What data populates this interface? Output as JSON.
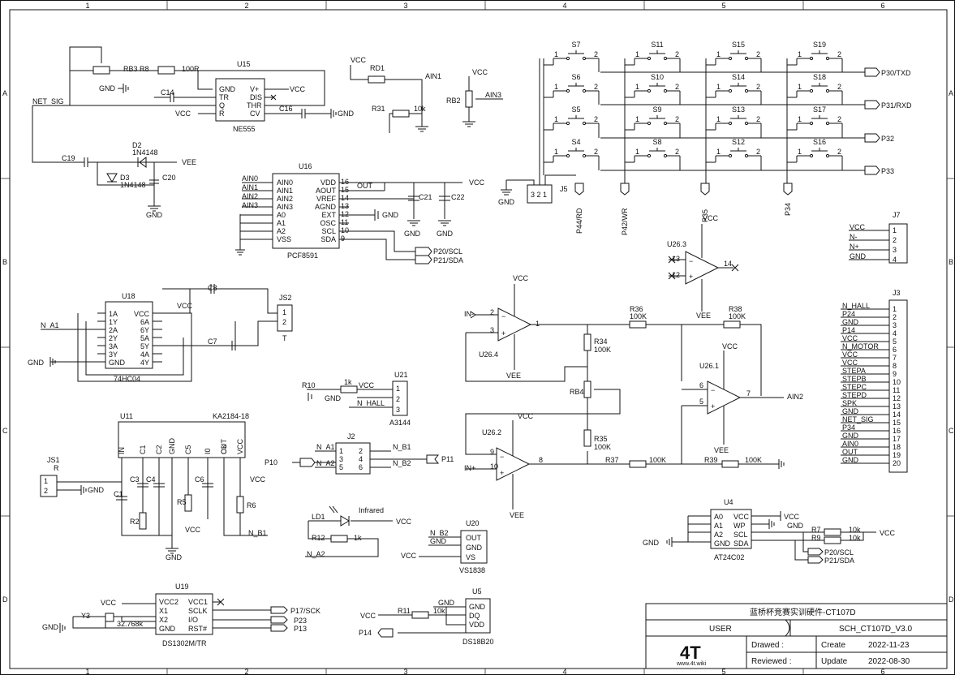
{
  "frame": {
    "cols": [
      "1",
      "2",
      "3",
      "4",
      "5",
      "6"
    ],
    "rows": [
      "A",
      "B",
      "C",
      "D"
    ]
  },
  "labels": {
    "net_sig": "NET_SIG",
    "rb3_r8": "RB3 R8",
    "r100": "100R",
    "gnd": "GND",
    "vcc": "VCC",
    "vee": "VEE",
    "u15": "U15",
    "ne555": "NE555",
    "u15_pins": [
      "GND",
      "TR",
      "Q",
      "R",
      "V+",
      "DIS",
      "THR",
      "CV"
    ],
    "c14": "C14",
    "c16": "C16",
    "c19": "C19",
    "c20": "C20",
    "d2": "D2",
    "d3": "D3",
    "d_part": "1N4148",
    "rd1": "RD1",
    "ain1": "AIN1",
    "r31": "R31",
    "r10k": "10k",
    "rb2": "RB2",
    "ain3": "AIN3",
    "u16": "U16",
    "pcf": "PCF8591",
    "u16_left": [
      "AIN0",
      "AIN1",
      "AIN2",
      "AIN3",
      "A0",
      "A1",
      "A2",
      "VSS"
    ],
    "u16_right": [
      "VDD",
      "AOUT",
      "VREF",
      "AGND",
      "EXT",
      "OSC",
      "SCL",
      "SDA"
    ],
    "u16_right_nums": [
      "16",
      "15",
      "14",
      "13",
      "12",
      "11",
      "10",
      "9"
    ],
    "out": "OUT",
    "c21": "C21",
    "c22": "C22",
    "p20": "P20/SCL",
    "p21": "P21/SDA",
    "ain_nets": [
      "AIN0",
      "AIN1",
      "AIN2",
      "AIN3"
    ],
    "switches": [
      "S7",
      "S11",
      "S15",
      "S19",
      "S6",
      "S10",
      "S14",
      "S18",
      "S5",
      "S9",
      "S13",
      "S17",
      "S4",
      "S8",
      "S12",
      "S16"
    ],
    "p30": "P30/TXD",
    "p31": "P31/RXD",
    "p32": "P32",
    "p33": "P33",
    "j5": "J5",
    "p44": "P44/RD",
    "p42": "P42/WR",
    "p35": "P35",
    "p34": "P34",
    "j7": "J7",
    "j7_pins": [
      "VCC",
      "N-",
      "N+",
      "GND"
    ],
    "u263": "U26.3",
    "u18": "U18",
    "u18_part": "74HC04",
    "u18_left": [
      "1A",
      "1Y",
      "2A",
      "2Y",
      "3A",
      "3Y",
      "GND"
    ],
    "u18_right": [
      "VCC",
      "6A",
      "6Y",
      "5A",
      "5Y",
      "4A",
      "4Y"
    ],
    "n_a1": "N_A1",
    "c8": "C8",
    "c7": "C7",
    "js2": "JS2",
    "t": "T",
    "r10": "R10",
    "r1k": "1k",
    "n_hall": "N_HALL",
    "u21": "U21",
    "a3144": "A3144",
    "u11": "U11",
    "ka": "KA2184-18",
    "u11_pins": [
      "IN",
      "C1",
      "C2",
      "GND",
      "C5",
      "I0",
      "C3",
      "OUT",
      "VCC"
    ],
    "js1": "JS1",
    "r": "R",
    "c1": "C1",
    "c3": "C3",
    "c4": "C4",
    "c6": "C6",
    "r2": "R2",
    "r5": "R5",
    "r6": "R6",
    "n_b1": "N_B1",
    "j2": "J2",
    "p10": "P10",
    "p11": "P11",
    "n_a2": "N_A2",
    "n_b2": "N_B2",
    "ld1": "LD1",
    "infrared": "Infrared",
    "r12": "R12",
    "u20": "U20",
    "vs1838": "VS1838",
    "u20_pins": [
      "OUT",
      "GND",
      "VS"
    ],
    "u19": "U19",
    "ds1302": "DS1302M/TR",
    "u19_left": [
      "VCC2",
      "X1",
      "X2",
      "GND"
    ],
    "u19_right": [
      "VCC1",
      "SCLK",
      "I/O",
      "RST#"
    ],
    "y3": "Y3",
    "xtal": "32.768k",
    "p17": "P17/SCK",
    "p23": "P23",
    "p13": "P13",
    "u5": "U5",
    "ds18b20": "DS18B20",
    "u5_pins": [
      "GND",
      "DQ",
      "VDD"
    ],
    "r11": "R11",
    "p14": "P14",
    "u264": "U26.4",
    "u262": "U26.2",
    "u261": "U26.1",
    "in_minus": "IN-",
    "in_plus": "IN+",
    "r36": "R36",
    "r38": "R38",
    "r34": "R34",
    "r35": "R35",
    "r37": "R37",
    "r39": "R39",
    "r100k": "100K",
    "rb4": "RB4",
    "ain2": "AIN2",
    "u4": "U4",
    "at24": "AT24C02",
    "u4_left": [
      "A0",
      "A1",
      "A2",
      "GND"
    ],
    "u4_right": [
      "VCC",
      "WP",
      "SCL",
      "SDA"
    ],
    "r7": "R7",
    "r9": "R9",
    "j3": "J3",
    "j3_pins": [
      "N_HALL",
      "P24",
      "GND",
      "P14",
      "VCC",
      "N_MOTOR",
      "VCC",
      "VCC",
      "STEPA",
      "STEPB",
      "STEPC",
      "STEPD",
      "SPK",
      "GND",
      "NET_SIG",
      "P34",
      "GND",
      "AIN0",
      "OUT",
      "GND"
    ]
  },
  "title_block": {
    "title": "蓝桥杯竞赛实训硬件-CT107D",
    "user": "USER",
    "sch": "SCH_CT107D_V3.0",
    "drawed": "Drawed :",
    "create": "Create",
    "create_date": "2022-11-23",
    "reviewed": "Reviewed :",
    "update": "Update",
    "update_date": "2022-08-30",
    "logo": "4T",
    "site": "www.4t.wiki"
  }
}
